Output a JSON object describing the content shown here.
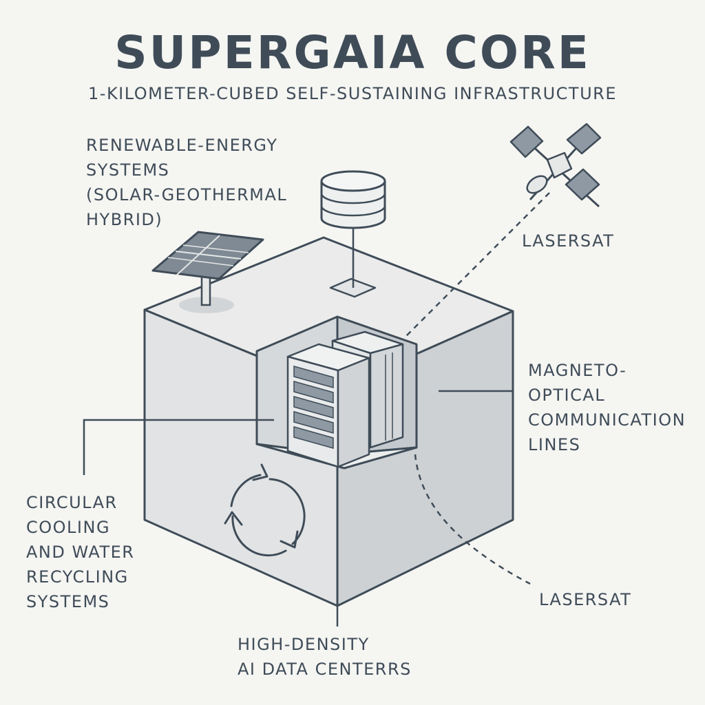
{
  "title": "SUPERGAIA CORE",
  "subtitle": "1-KILOMETER-CUBED SELF-SUSTAINING INFRASTRUCTURE",
  "labels": {
    "renewable_energy": [
      "RENEWABLE-ENERGY",
      "SYSTEMS",
      "(SOLAR-GEOTHERMAL",
      "HYBRID)"
    ],
    "lasersat_top": [
      "LASERSAT"
    ],
    "magneto_optical": [
      "MAGNETO-",
      "OPTICAL",
      "COMMUNICATION",
      "LINES"
    ],
    "circular_cooling": [
      "CIRCULAR",
      "COOLING",
      "AND WATER",
      "RECYCLING",
      "SYSTEMS"
    ],
    "lasersat_bottom": [
      "LASERSAT"
    ],
    "data_centers": [
      "HIGH-DENSITY",
      "AI DATA CENTERRS"
    ]
  },
  "colors": {
    "line": "#3f4c58",
    "top_face": "#eaebea",
    "left_face": "#e1e3e4",
    "right_face": "#cdd1d4",
    "server_slot": "#8e99a3",
    "background": "#f5f5f2"
  }
}
